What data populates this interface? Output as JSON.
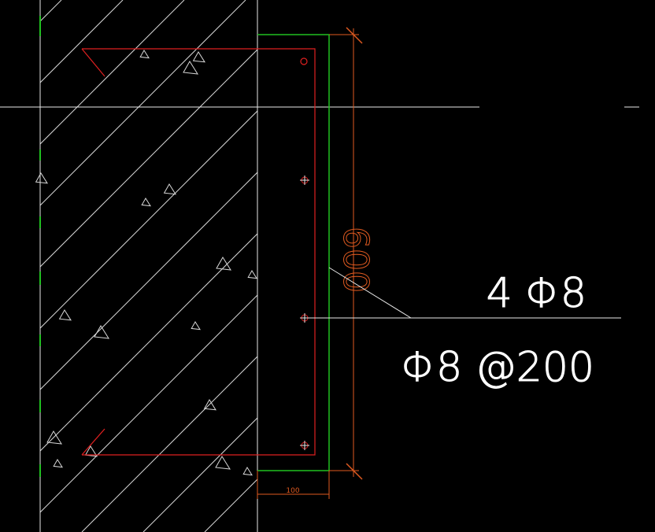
{
  "drawing": {
    "colors": {
      "background": "#000000",
      "line_white": "#e8e8e8",
      "rebar_red": "#e02020",
      "finish_green": "#20c020",
      "dimension_orange": "#e05a20",
      "hatch_gray": "#d8d8d8"
    },
    "dimension_height": "600",
    "dimension_width": "100",
    "leader_label_top": "4 Φ8",
    "leader_label_bottom": "Φ8 @200"
  }
}
